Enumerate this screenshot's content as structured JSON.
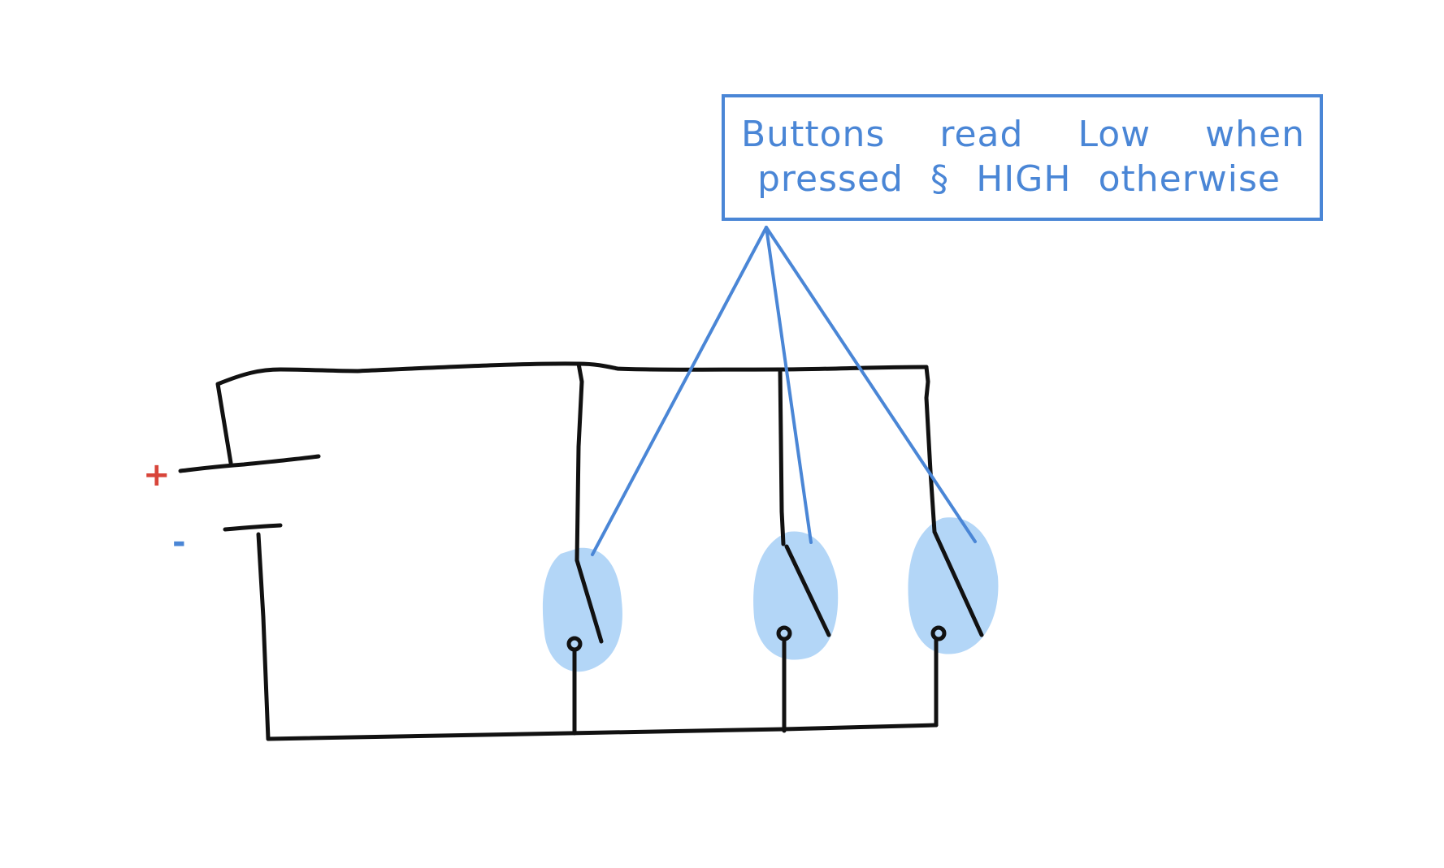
{
  "annotation": {
    "line1": "Buttons read  Low  when",
    "line2": "pressed § HIGH otherwise"
  },
  "battery": {
    "positive_label": "+",
    "negative_label": "-"
  },
  "colors": {
    "wire": "#111111",
    "annotation": "#4a86d6",
    "positive": "#d8453a",
    "negative": "#4a86d6",
    "button_highlight": "#b3d6f7"
  },
  "components": [
    "battery",
    "push-button",
    "push-button",
    "push-button"
  ]
}
